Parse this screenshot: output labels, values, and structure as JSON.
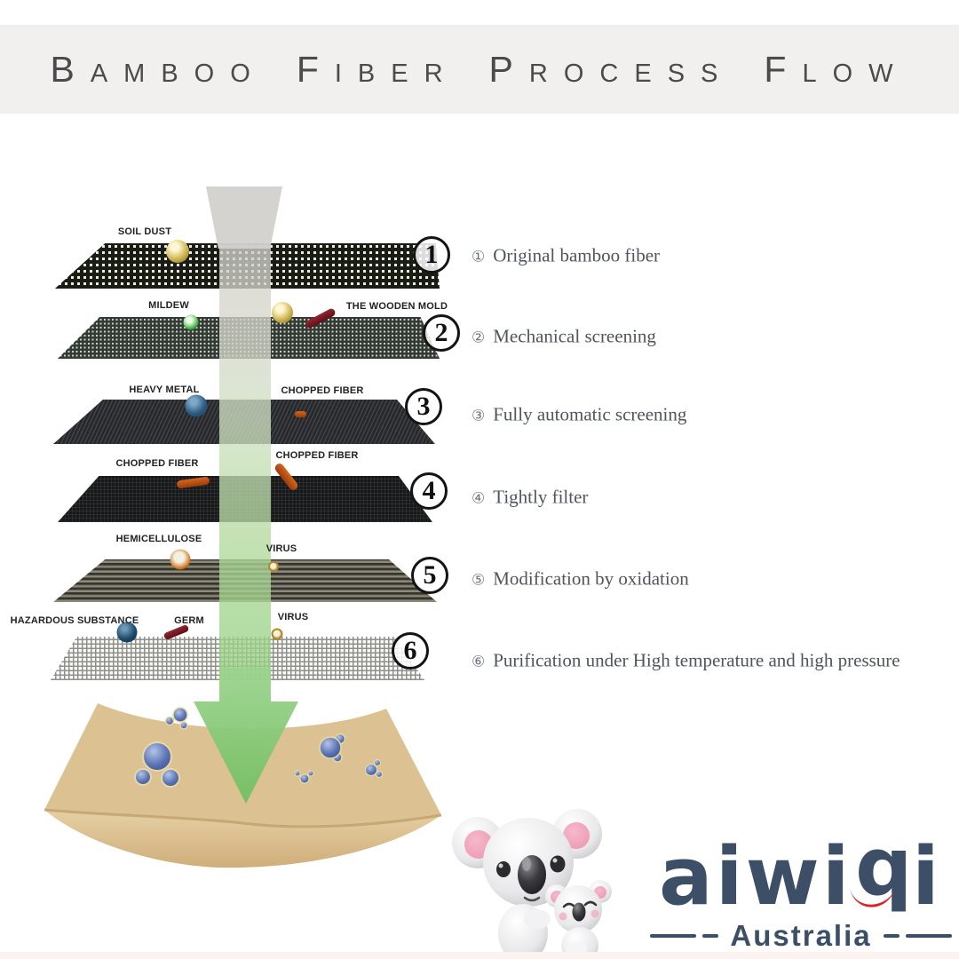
{
  "header": {
    "title_words": [
      "Bamboo",
      "Fiber",
      "Process",
      "Flow"
    ]
  },
  "diagram": {
    "layers": [
      {
        "badge": "1",
        "labels": [
          {
            "text": "SOIL DUST"
          }
        ]
      },
      {
        "badge": "2",
        "labels": [
          {
            "text": "MILDEW"
          },
          {
            "text": "THE WOODEN MOLD"
          }
        ]
      },
      {
        "badge": "3",
        "labels": [
          {
            "text": "HEAVY METAL"
          },
          {
            "text": "CHOPPED FIBER"
          }
        ]
      },
      {
        "badge": "4",
        "labels": [
          {
            "text": "CHOPPED FIBER"
          },
          {
            "text": "CHOPPED FIBER"
          }
        ]
      },
      {
        "badge": "5",
        "labels": [
          {
            "text": "HEMICELLULOSE"
          },
          {
            "text": "VIRUS"
          }
        ]
      },
      {
        "badge": "6",
        "labels": [
          {
            "text": "HAZARDOUS SUBSTANCE"
          },
          {
            "text": "GERM"
          },
          {
            "text": "VIRUS"
          }
        ]
      }
    ],
    "steps": [
      {
        "marker": "①",
        "text": "Original bamboo fiber"
      },
      {
        "marker": "②",
        "text": "Mechanical screening"
      },
      {
        "marker": "③",
        "text": "Fully automatic screening"
      },
      {
        "marker": "④",
        "text": "Tightly filter"
      },
      {
        "marker": "⑤",
        "text": "Modification by oxidation"
      },
      {
        "marker": "⑥",
        "text": "Purification under High temperature and high pressure"
      }
    ]
  },
  "logo": {
    "brand_part1": "aiwi",
    "brand_flipped": "b",
    "brand_part2": "i",
    "country": "Australia"
  },
  "colors": {
    "band_bg": "#f1f0ee",
    "title_text": "#4b4a4c",
    "accent_green": "#82c878",
    "tray_tan": "#dcc092",
    "brand_navy": "#3d4f66",
    "brand_red": "#d8232a"
  }
}
